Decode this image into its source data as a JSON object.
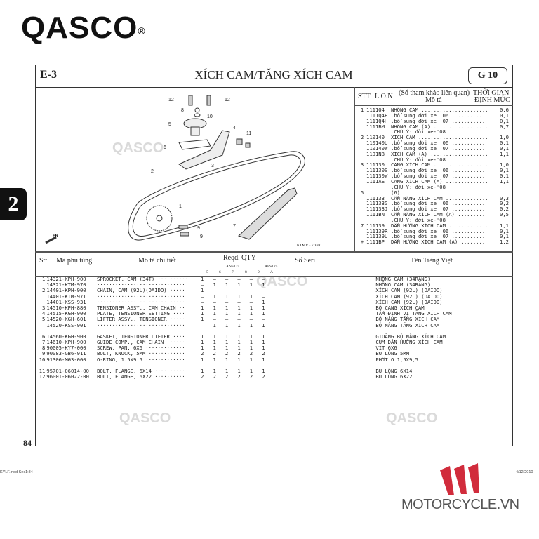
{
  "brand": {
    "logo": "QASCO",
    "registered": "®",
    "watermark": "QASCO"
  },
  "header": {
    "section": "E-3",
    "title": "XÍCH CAM/TĂNG XÍCH CAM",
    "group": "G 10"
  },
  "side_tab": "2",
  "page_number": "84",
  "diagram": {
    "code": "KTMV - E0300",
    "front_label": "FR.",
    "callouts": [
      "12",
      "12",
      "8",
      "10",
      "5",
      "6",
      "4",
      "11",
      "3",
      "2",
      "1",
      "7",
      "9",
      "9"
    ]
  },
  "time_table": {
    "headers": {
      "stt": "STT",
      "lon": "L.O.N",
      "desc_1": "(Số tham khảo liên quan)",
      "desc_2": "Mô tả",
      "time_1": "THỜI GIAN",
      "time_2": "ĐỊNH MỨC"
    },
    "rows": [
      {
        "stt": "1",
        "lon": "1111Q4",
        "desc": "NHÔNG CAM ......................",
        "time": "0,6"
      },
      {
        "stt": "",
        "lon": "1111Q4E",
        "desc": ".bổ sung đời xe '06 ...........",
        "time": "0,1"
      },
      {
        "stt": "",
        "lon": "1111Q4H",
        "desc": ".bổ sung đời xe '07 ...........",
        "time": "0,1"
      },
      {
        "stt": "",
        "lon": "1111BM",
        "desc": "NHÔNG CAM (A) ..................",
        "time": "0,7"
      },
      {
        "stt": "",
        "lon": "",
        "desc": ".CHÚ Ý: đời xe-'08",
        "time": ""
      },
      {
        "stt": "2",
        "lon": "110140",
        "desc": "XÍCH CAM .......................",
        "time": "1,0"
      },
      {
        "stt": "",
        "lon": "110140U",
        "desc": ".bổ sung đời xe '06 ...........",
        "time": "0,1"
      },
      {
        "stt": "",
        "lon": "110140W",
        "desc": ".bổ sung đời xe '07 ...........",
        "time": "0,1"
      },
      {
        "stt": "",
        "lon": "1101N8",
        "desc": "XÍCH CAM (A) ...................",
        "time": "1,1"
      },
      {
        "stt": "",
        "lon": "",
        "desc": ".CHÚ Ý: đời xe-'08",
        "time": ""
      },
      {
        "stt": "3",
        "lon": "111130",
        "desc": "CĂNG XÍCH CAM ..................",
        "time": "1,0"
      },
      {
        "stt": "",
        "lon": "111130S",
        "desc": ".bổ sung đời xe '06 ...........",
        "time": "0,1"
      },
      {
        "stt": "",
        "lon": "111130W",
        "desc": ".bổ sung đời xe '07 ...........",
        "time": "0,1"
      },
      {
        "stt": "",
        "lon": "1111AE",
        "desc": "CĂNG XÍCH CAM (A) ..............",
        "time": "1,1"
      },
      {
        "stt": "",
        "lon": "",
        "desc": ".CHÚ Ý: đời xe-'08",
        "time": ""
      },
      {
        "stt": "5",
        "lon": "",
        "desc": "(6)",
        "time": ""
      },
      {
        "stt": "",
        "lon": "111133",
        "desc": "CẦN NÂNG XÍCH CAM ..............",
        "time": "0,3"
      },
      {
        "stt": "",
        "lon": "111133G",
        "desc": ".bổ sung đời xe '06 ...........",
        "time": "0,2"
      },
      {
        "stt": "",
        "lon": "111133J",
        "desc": ".bổ sung đời xe '07 ...........",
        "time": "0,2"
      },
      {
        "stt": "",
        "lon": "1111BN",
        "desc": "CẦN NÂNG XÍCH CAM (A) .........",
        "time": "0,5"
      },
      {
        "stt": "",
        "lon": "",
        "desc": ".CHÚ Ý: đời xe-'08",
        "time": ""
      },
      {
        "stt": "7",
        "lon": "111139",
        "desc": "DẪN HƯỚNG XÍCH CAM .............",
        "time": "1,1"
      },
      {
        "stt": "",
        "lon": "111139R",
        "desc": ".bổ sung đời xe '06 ...........",
        "time": "0,1"
      },
      {
        "stt": "",
        "lon": "111139U",
        "desc": ".bổ sung đời xe '07 ...........",
        "time": "0,1"
      },
      {
        "stt": "+",
        "lon": "1111BP",
        "desc": "DẪN HƯỚNG XÍCH CAM (A) ........",
        "time": "1,2"
      }
    ]
  },
  "parts_list": {
    "headers": {
      "stt": "Stt",
      "code": "Mã phụ tùng",
      "desc": "Mô tả chi tiết",
      "qty": "Reqd. QTY",
      "model_1": "ANF125",
      "model_2": "AFS125",
      "serial": "Số Seri",
      "viet": "Tên Tiếng Việt"
    },
    "qty_columns": [
      "5",
      "6",
      "7",
      "8",
      "9",
      "A"
    ],
    "rows": [
      {
        "stt": "1",
        "code": "14321-KPH-900",
        "desc": "SPROCKET, CAM (34T) ··········",
        "qty": [
          "1",
          "–",
          "–",
          "–",
          "–",
          "–"
        ],
        "viet": "NHÔNG CAM (34RĂNG)"
      },
      {
        "stt": "",
        "code": "14321-KTM-970",
        "desc": "·····························",
        "qty": [
          "–",
          "1",
          "1",
          "1",
          "1",
          "1"
        ],
        "viet": "NHÔNG CAM (34RĂNG)"
      },
      {
        "stt": "2",
        "code": "14401-KPH-900",
        "desc": "CHAIN, CAM (92L)(DAIDO) ·····",
        "qty": [
          "1",
          "–",
          "–",
          "–",
          "–",
          "–"
        ],
        "viet": "XÍCH CAM (92L) (DAIDO)"
      },
      {
        "stt": "",
        "code": "14401-KTM-971",
        "desc": "·····························",
        "qty": [
          "–",
          "1",
          "1",
          "1",
          "1",
          "–"
        ],
        "viet": "XÍCH CAM (92L) (DAIDO)"
      },
      {
        "stt": "",
        "code": "14401-KSS-931",
        "desc": "·····························",
        "qty": [
          "–",
          "–",
          "–",
          "–",
          "–",
          "1"
        ],
        "viet": "XÍCH CAM (92L) (DAIDO)"
      },
      {
        "stt": "3",
        "code": "14510-KPH-880",
        "desc": "TENSIONER ASSY., CAM CHAIN ··",
        "qty": [
          "1",
          "1",
          "1",
          "1",
          "1",
          "1"
        ],
        "viet": "BỘ CĂNG XÍCH CAM"
      },
      {
        "stt": "4",
        "code": "14515-KGH-900",
        "desc": "PLATE, TENSIONER SETTING ····",
        "qty": [
          "1",
          "1",
          "1",
          "1",
          "1",
          "1"
        ],
        "viet": "TẤM ĐỊNH VỊ TĂNG XÍCH CAM"
      },
      {
        "stt": "5",
        "code": "14520-KGH-601",
        "desc": "LIFTER ASSY., TENSIONER ·····",
        "qty": [
          "1",
          "–",
          "–",
          "–",
          "–",
          "–"
        ],
        "viet": "BỘ NÂNG TĂNG XÍCH CAM"
      },
      {
        "stt": "",
        "code": "14520-KSS-901",
        "desc": "·····························",
        "qty": [
          "–",
          "1",
          "1",
          "1",
          "1",
          "1"
        ],
        "viet": "BỘ NÂNG TĂNG XÍCH CAM"
      },
      {
        "stt": "6",
        "code": "14560-KGH-900",
        "desc": "GASKET, TENSIONER LIFTER ····",
        "qty": [
          "1",
          "1",
          "1",
          "1",
          "1",
          "1"
        ],
        "viet": "GIOĂNG BỘ NÂNG XÍCH CAM",
        "gap": true
      },
      {
        "stt": "7",
        "code": "14610-KPH-900",
        "desc": "GUIDE COMP., CAM CHAIN ······",
        "qty": [
          "1",
          "1",
          "1",
          "1",
          "1",
          "1"
        ],
        "viet": "CỤM DẪN HƯỚNG XÍCH CAM"
      },
      {
        "stt": "8",
        "code": "90005-KY7-000",
        "desc": "SCREW, PAN, 6X6 ·············",
        "qty": [
          "1",
          "1",
          "1",
          "1",
          "1",
          "1"
        ],
        "viet": "VÍT 6X6"
      },
      {
        "stt": "9",
        "code": "90083-GB6-911",
        "desc": "BOLT, KNOCK, 5MM ············",
        "qty": [
          "2",
          "2",
          "2",
          "2",
          "2",
          "2"
        ],
        "viet": "BU LÔNG 5MM"
      },
      {
        "stt": "10",
        "code": "91306-MG3-000",
        "desc": "O-RING, 1.5X9.5 ·············",
        "qty": [
          "1",
          "1",
          "1",
          "1",
          "1",
          "1"
        ],
        "viet": "PHỚT O 1,5X9,5"
      },
      {
        "stt": "11",
        "code": "95701-06014-00",
        "desc": "BOLT, FLANGE, 6X14 ··········",
        "qty": [
          "1",
          "1",
          "1",
          "1",
          "1",
          "1"
        ],
        "viet": "BU LÔNG 6X14",
        "gap": true
      },
      {
        "stt": "12",
        "code": "96001-06022-00",
        "desc": "BOLT, FLANGE, 6X22 ··········",
        "qty": [
          "2",
          "2",
          "2",
          "2",
          "2",
          "2"
        ],
        "viet": "BU LÔNG 6X22"
      }
    ]
  },
  "footer": {
    "file": "KYLF.indd   Sec1:84",
    "date": "4/12/2010",
    "site": "MOTORCYCLE.VN"
  },
  "colors": {
    "accent": "#d12c3c",
    "ink": "#222222"
  }
}
